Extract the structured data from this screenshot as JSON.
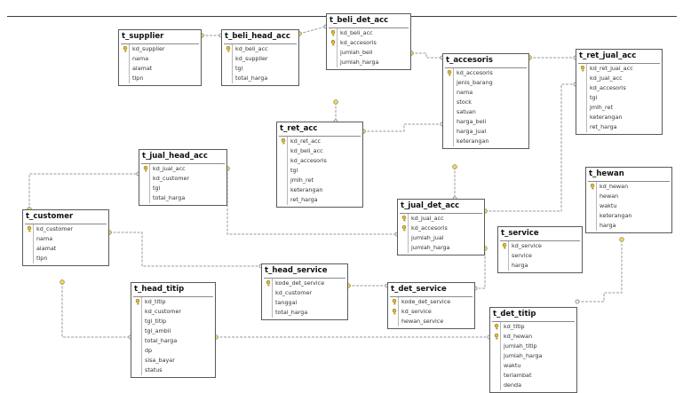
{
  "diagram": {
    "tables": [
      {
        "id": "t_supplier",
        "title": "t_supplier",
        "columns": [
          {
            "name": "kd_supplier",
            "pk": true
          },
          {
            "name": "nama",
            "pk": false
          },
          {
            "name": "alamat",
            "pk": false
          },
          {
            "name": "tlpn",
            "pk": false
          }
        ]
      },
      {
        "id": "t_beli_head_acc",
        "title": "t_beli_head_acc",
        "columns": [
          {
            "name": "kd_beli_acc",
            "pk": true
          },
          {
            "name": "kd_supplier",
            "pk": false
          },
          {
            "name": "tgl",
            "pk": false
          },
          {
            "name": "total_harga",
            "pk": false
          }
        ]
      },
      {
        "id": "t_beli_det_acc",
        "title": "t_beli_det_acc",
        "columns": [
          {
            "name": "kd_beli_acc",
            "pk": true
          },
          {
            "name": "kd_accesoris",
            "pk": true
          },
          {
            "name": "jumlah_beli",
            "pk": false
          },
          {
            "name": "jumlah_harga",
            "pk": false
          }
        ]
      },
      {
        "id": "t_accesoris",
        "title": "t_accesoris",
        "columns": [
          {
            "name": "kd_accesoris",
            "pk": true
          },
          {
            "name": "jenis_barang",
            "pk": false
          },
          {
            "name": "nama",
            "pk": false
          },
          {
            "name": "stock",
            "pk": false
          },
          {
            "name": "satuan",
            "pk": false
          },
          {
            "name": "harga_beli",
            "pk": false
          },
          {
            "name": "harga_jual",
            "pk": false
          },
          {
            "name": "keterangan",
            "pk": false
          }
        ]
      },
      {
        "id": "t_ret_jual_acc",
        "title": "t_ret_jual_acc",
        "columns": [
          {
            "name": "kd_ret_jual_acc",
            "pk": true
          },
          {
            "name": "kd_jual_acc",
            "pk": false
          },
          {
            "name": "kd_accesoris",
            "pk": false
          },
          {
            "name": "tgl",
            "pk": false
          },
          {
            "name": "jmlh_ret",
            "pk": false
          },
          {
            "name": "keterangan",
            "pk": false
          },
          {
            "name": "ret_harga",
            "pk": false
          }
        ]
      },
      {
        "id": "t_ret_acc",
        "title": "t_ret_acc",
        "columns": [
          {
            "name": "kd_ret_acc",
            "pk": true
          },
          {
            "name": "kd_beli_acc",
            "pk": false
          },
          {
            "name": "kd_accesoris",
            "pk": false
          },
          {
            "name": "tgl",
            "pk": false
          },
          {
            "name": "jmlh_ret",
            "pk": false
          },
          {
            "name": "keterangan",
            "pk": false
          },
          {
            "name": "ret_harga",
            "pk": false
          }
        ]
      },
      {
        "id": "t_jual_head_acc",
        "title": "t_jual_head_acc",
        "columns": [
          {
            "name": "kd_jual_acc",
            "pk": true
          },
          {
            "name": "kd_customer",
            "pk": false
          },
          {
            "name": "tgl",
            "pk": false
          },
          {
            "name": "total_harga",
            "pk": false
          }
        ]
      },
      {
        "id": "t_hewan",
        "title": "t_hewan",
        "columns": [
          {
            "name": "kd_hewan",
            "pk": true
          },
          {
            "name": "hewan",
            "pk": false
          },
          {
            "name": "waktu",
            "pk": false
          },
          {
            "name": "keterangan",
            "pk": false
          },
          {
            "name": "harga",
            "pk": false
          }
        ]
      },
      {
        "id": "t_customer",
        "title": "t_customer",
        "columns": [
          {
            "name": "kd_customer",
            "pk": true
          },
          {
            "name": "nama",
            "pk": false
          },
          {
            "name": "alamat",
            "pk": false
          },
          {
            "name": "tlpn",
            "pk": false
          }
        ]
      },
      {
        "id": "t_jual_det_acc",
        "title": "t_jual_det_acc",
        "columns": [
          {
            "name": "kd_jual_acc",
            "pk": true
          },
          {
            "name": "kd_accesoris",
            "pk": true
          },
          {
            "name": "jumlah_jual",
            "pk": false
          },
          {
            "name": "jumlah_harga",
            "pk": false
          }
        ]
      },
      {
        "id": "t_service",
        "title": "t_service",
        "columns": [
          {
            "name": "kd_service",
            "pk": true
          },
          {
            "name": "service",
            "pk": false
          },
          {
            "name": "harga",
            "pk": false
          }
        ]
      },
      {
        "id": "t_head_service",
        "title": "t_head_service",
        "columns": [
          {
            "name": "kode_det_service",
            "pk": true
          },
          {
            "name": "kd_customer",
            "pk": false
          },
          {
            "name": "tanggal",
            "pk": false
          },
          {
            "name": "total_harga",
            "pk": false
          }
        ]
      },
      {
        "id": "t_det_service",
        "title": "t_det_service",
        "columns": [
          {
            "name": "kode_det_service",
            "pk": true
          },
          {
            "name": "kd_service",
            "pk": true
          },
          {
            "name": "hewan_service",
            "pk": false
          }
        ]
      },
      {
        "id": "t_head_titip",
        "title": "t_head_titip",
        "columns": [
          {
            "name": "kd_titip",
            "pk": true
          },
          {
            "name": "kd_customer",
            "pk": false
          },
          {
            "name": "tgl_titip",
            "pk": false
          },
          {
            "name": "tgl_ambil",
            "pk": false
          },
          {
            "name": "total_harga",
            "pk": false
          },
          {
            "name": "dp",
            "pk": false
          },
          {
            "name": "sisa_bayar",
            "pk": false
          },
          {
            "name": "status",
            "pk": false
          }
        ]
      },
      {
        "id": "t_det_titip",
        "title": "t_det_titip",
        "columns": [
          {
            "name": "kd_titip",
            "pk": true
          },
          {
            "name": "kd_hewan",
            "pk": true
          },
          {
            "name": "jumlah_titip",
            "pk": false
          },
          {
            "name": "jumlah_harga",
            "pk": false
          },
          {
            "name": "waktu",
            "pk": false
          },
          {
            "name": "terlambat",
            "pk": false
          },
          {
            "name": "denda",
            "pk": false
          }
        ]
      }
    ],
    "relationships": [
      {
        "from": "t_supplier",
        "to": "t_beli_head_acc"
      },
      {
        "from": "t_beli_head_acc",
        "to": "t_beli_det_acc"
      },
      {
        "from": "t_beli_det_acc",
        "to": "t_accesoris"
      },
      {
        "from": "t_beli_det_acc",
        "to": "t_ret_acc"
      },
      {
        "from": "t_ret_acc",
        "to": "t_accesoris"
      },
      {
        "from": "t_accesoris",
        "to": "t_ret_jual_acc"
      },
      {
        "from": "t_accesoris",
        "to": "t_jual_det_acc"
      },
      {
        "from": "t_jual_head_acc",
        "to": "t_jual_det_acc"
      },
      {
        "from": "t_customer",
        "to": "t_jual_head_acc"
      },
      {
        "from": "t_jual_det_acc",
        "to": "t_ret_jual_acc"
      },
      {
        "from": "t_hewan",
        "to": "t_det_titip"
      },
      {
        "from": "t_service",
        "to": "t_det_service"
      },
      {
        "from": "t_head_service",
        "to": "t_det_service"
      },
      {
        "from": "t_customer",
        "to": "t_head_service"
      },
      {
        "from": "t_customer",
        "to": "t_head_titip"
      },
      {
        "from": "t_head_titip",
        "to": "t_det_titip"
      }
    ]
  }
}
